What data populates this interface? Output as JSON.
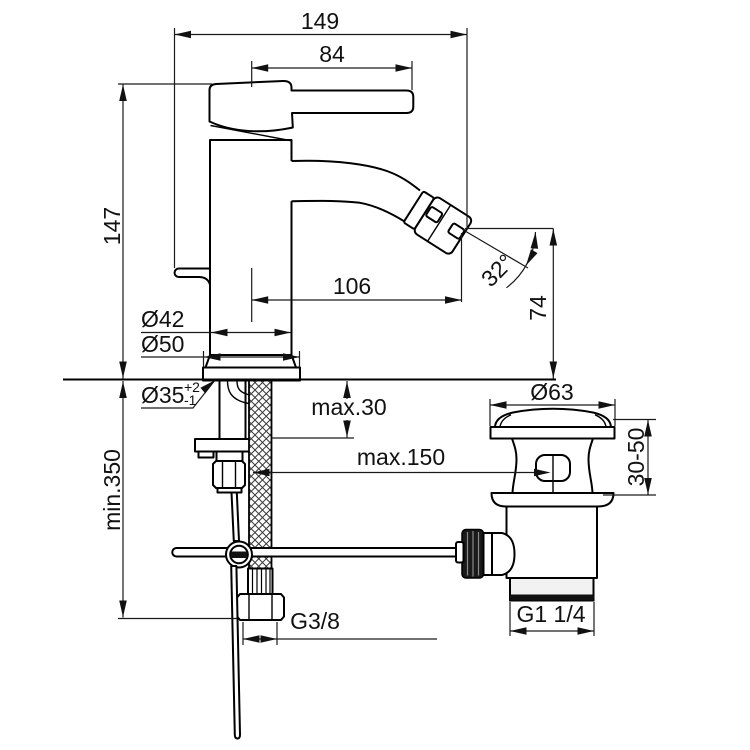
{
  "page": {
    "background": "#ffffff",
    "ink": "#111111"
  },
  "drawing": {
    "type": "technical-dimension-drawing",
    "subject": "single-lever bidet mixer with pop-up waste",
    "dims": {
      "overall_depth": "149",
      "lever_length": "84",
      "height_above_deck": "147",
      "body_diameter": "Ø42",
      "base_diameter": "Ø50",
      "hole_diameter": "Ø35",
      "hole_tolerance_plus": "+2",
      "hole_tolerance_minus": "-1",
      "spout_reach": "106",
      "spout_angle": "32°",
      "outlet_height": "74",
      "deck_thickness_max": "max.30",
      "rod_length_max": "max.150",
      "hose_length_min": "min.350",
      "waste_flange_diameter": "Ø63",
      "waste_deck_range": "30-50",
      "supply_thread": "G3/8",
      "waste_thread": "G1 1/4"
    }
  }
}
